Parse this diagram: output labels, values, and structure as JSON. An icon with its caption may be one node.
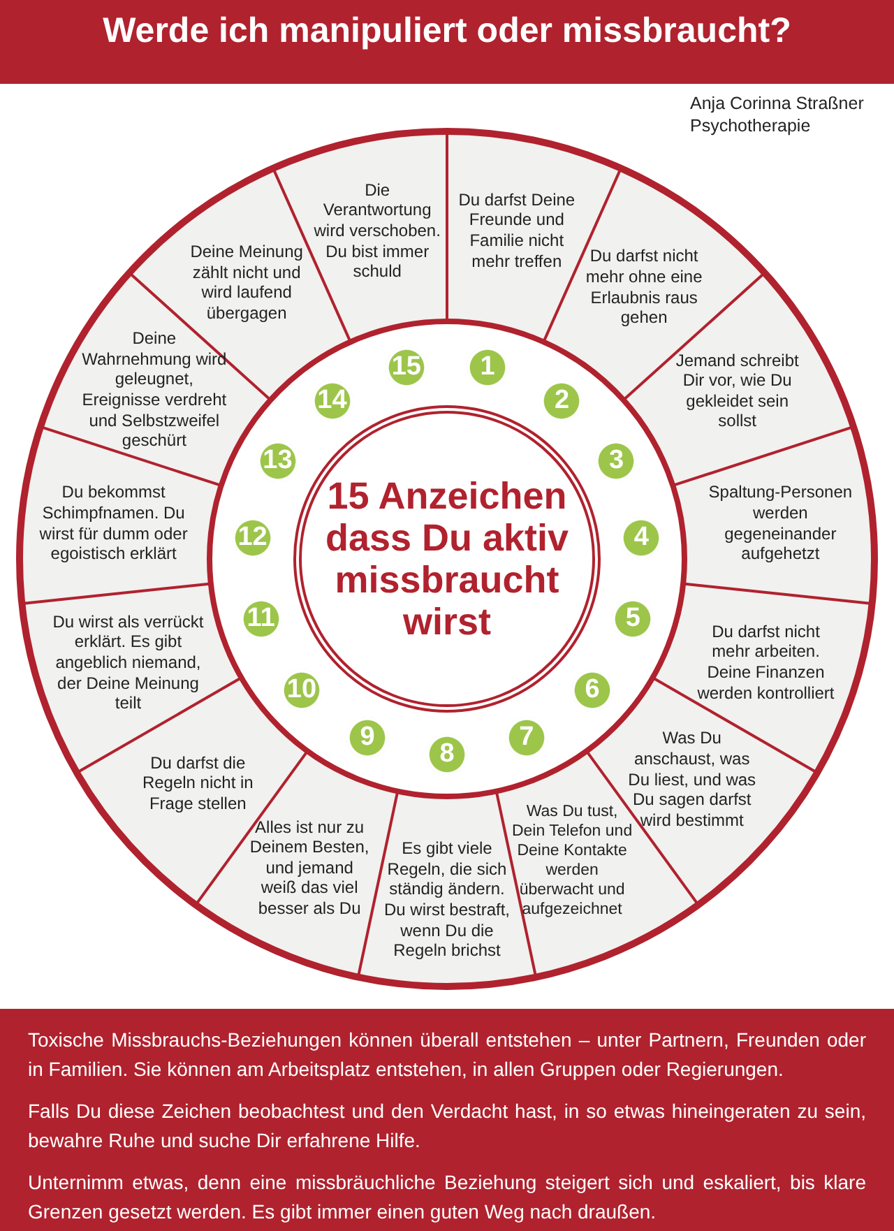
{
  "diagram": {
    "title": "Werde ich manipuliert oder missbraucht?",
    "nodes": [
      {
        "text": [
          "15 Anzeichen dass Du aktiv missbraucht wirst"
        ]
      },
      {
        "text": [
          "1"
        ]
      },
      {
        "text": [
          "2"
        ]
      },
      {
        "text": [
          "3"
        ]
      },
      {
        "text": [
          "4"
        ]
      },
      {
        "text": [
          "5"
        ]
      },
      {
        "text": [
          "6"
        ]
      },
      {
        "text": [
          "7"
        ]
      },
      {
        "text": [
          "8"
        ]
      },
      {
        "text": [
          "9"
        ]
      },
      {
        "text": [
          "10"
        ]
      },
      {
        "text": [
          "11"
        ]
      },
      {
        "text": [
          "12"
        ]
      },
      {
        "text": [
          "13"
        ]
      },
      {
        "text": [
          "14"
        ]
      },
      {
        "text": [
          "15"
        ]
      },
      {
        "text": [
          "Du darfst Deine Freunde und Familie nicht mehr treffen"
        ]
      },
      {
        "text": [
          "Du darfst nicht mehr ohne eine Erlaubnis raus gehen"
        ]
      },
      {
        "text": [
          "Jemand schreibt Dir vor, wie Du gekleidet sein sollst"
        ]
      },
      {
        "text": [
          "Spaltung-Personen werden gegeneinander aufgehetzt"
        ]
      },
      {
        "text": [
          "Du darfst nicht mehr arbeiten. Deine Finanzen werden kontrolliert"
        ]
      },
      {
        "text": [
          "Was Du anschaust, was Du liest, und was Du sagen darfst wird bestimmt"
        ]
      },
      {
        "text": [
          "Was Du tust, Dein Telefon und Deine Kontakte werden überwacht und aufgezeichnet"
        ]
      },
      {
        "text": [
          "Es gibt viele Regeln, die sich ständig ändern. Du wirst bestraft, wenn Du die Regeln brichst"
        ]
      },
      {
        "text": [
          "Alles ist nur zu Deinem Besten, und jemand weiß das viel besser als Du"
        ]
      },
      {
        "text": [
          "Du darfst die Regeln nicht in Frage stellen"
        ]
      },
      {
        "text": [
          "Du wirst als verrückt erklärt. Es gibt angeblich niemand, der Deine Meinung teilt"
        ]
      },
      {
        "text": [
          "Du bekommst Schimpfnamen. Du wirst für dumm oder egoistisch erklärt"
        ]
      },
      {
        "text": [
          "Deine Wahrnehmung wird geleugnet, Ereignisse verdreht und Selbstzweifel geschürt"
        ]
      },
      {
        "text": [
          "Deine Meinung zählt nicht und wird laufend übergagen"
        ]
      },
      {
        "text": [
          "Die Verantwortung wird verschoben. Du bist immer schuld"
        ]
      }
    ],
    "labels": [
      "Anja Corinna Straßner Psychotherapie",
      "Toxische Missbrauchs-Beziehungen können überall entstehen – unter Partnern, Freunden oder in Familien. Sie können am Arbeitsplatz entstehen, in allen Gruppen oder Regierungen.",
      "Falls Du diese Zeichen beobachtest und den Verdacht hast, in so etwas hineingeraten zu sein, bewahre Ruhe und suche Dir erfahrene Hilfe.",
      "Unternimm etwas, denn eine missbräuchliche Beziehung steigert sich und eskaliert, bis klare Grenzen gesetzt werden. Es gibt immer einen guten Weg nach draußen."
    ]
  }
}
